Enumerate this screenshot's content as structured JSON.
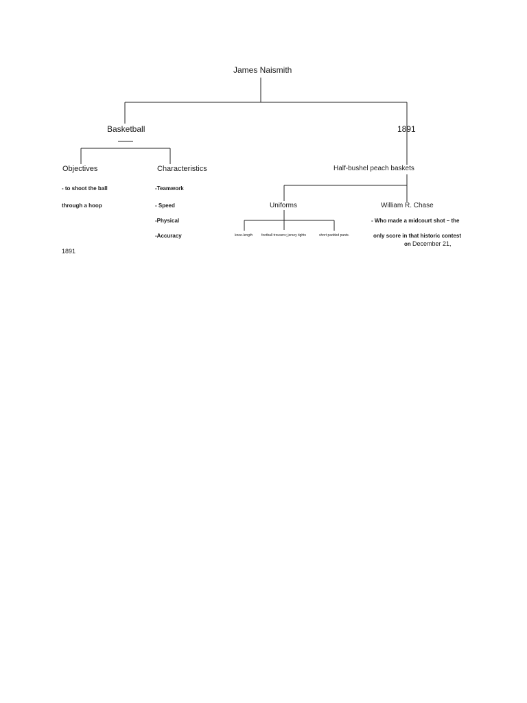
{
  "root": {
    "label": "James Naismith"
  },
  "basketball": {
    "label": "Basketball",
    "objectives": {
      "label": "Objectives",
      "line1": "- to shoot the ball",
      "line2": "through a hoop"
    },
    "characteristics": {
      "label": "Characteristics",
      "items": [
        "-Teamwork",
        "- Speed",
        "-Physical",
        "-Accuracy"
      ]
    }
  },
  "year": {
    "label": "1891",
    "baskets": {
      "label": "Half-bushel peach baskets"
    },
    "uniforms": {
      "label": "Uniforms",
      "items": [
        "knee-length",
        "football trousers; jersey tights",
        "short padded pants."
      ]
    },
    "chase": {
      "label": "William R. Chase",
      "line1": "- Who made a midcourt shot – the",
      "line2": "only score in that historic contest",
      "line3_prefix": "on",
      "line3_date": "December 21,"
    }
  },
  "footer": {
    "label": "1891"
  }
}
